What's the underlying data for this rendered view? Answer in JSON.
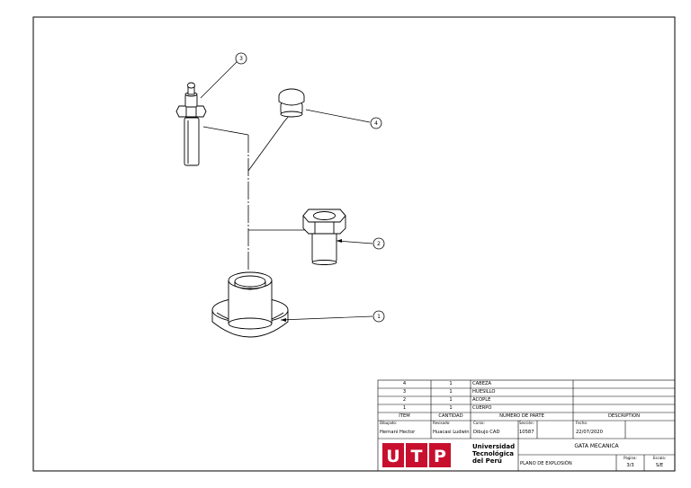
{
  "balloons": [
    {
      "number": "1"
    },
    {
      "number": "2"
    },
    {
      "number": "3"
    },
    {
      "number": "4"
    }
  ],
  "parts_list": {
    "rows": [
      {
        "item": "4",
        "quantity": "1",
        "part_number": "CABEZA",
        "description": ""
      },
      {
        "item": "3",
        "quantity": "1",
        "part_number": "HUESILLO",
        "description": ""
      },
      {
        "item": "2",
        "quantity": "1",
        "part_number": "ACOPLE",
        "description": ""
      },
      {
        "item": "1",
        "quantity": "1",
        "part_number": "CUERPO",
        "description": ""
      }
    ],
    "headers": {
      "item": "ÍTEM",
      "quantity": "CANTIDAD",
      "part_number": "NUMERO DE PARTE",
      "description": "DESCRIPTION"
    }
  },
  "title_block": {
    "drawn_by_label": "Dibujado:",
    "drawn_by": "Hernani Hector",
    "reviewed_by_label": "Revisado:",
    "reviewed_by": "Huacasi Ludwin",
    "course_label": "Curso:",
    "course": "Dibujo CAD",
    "section_label": "Sección:",
    "section": "10587",
    "date_label": "Fecha:",
    "date": "22/07/2020",
    "logo_letters": [
      "U",
      "T",
      "P"
    ],
    "university_line1": "Universidad",
    "university_line2": "Tecnológica",
    "university_line3": "del Perú",
    "assembly_title": "GATA MECÁNICA",
    "drawing_title": "PLANO DE EXPLOSIÓN",
    "page_label": "Pagina:",
    "page": "3/3",
    "scale_label": "Escala:",
    "scale": "S/E"
  },
  "colors": {
    "logo_red": "#c8102e",
    "line": "#000000"
  }
}
